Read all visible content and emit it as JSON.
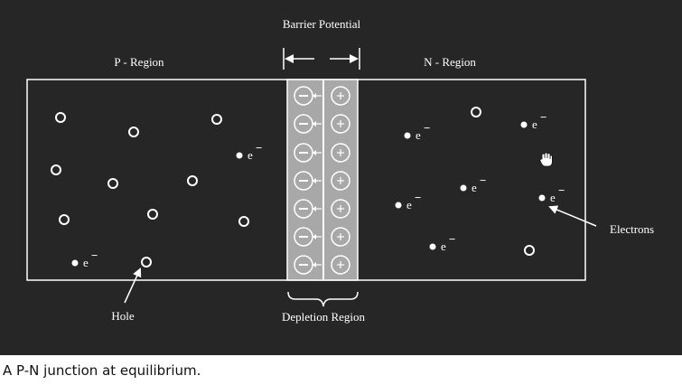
{
  "labels": {
    "barrier_potential": "Barrier Potential",
    "p_region": "P - Region",
    "n_region": "N  - Region",
    "electrons": "Electrons",
    "hole": "Hole",
    "depletion_region": "Depletion Region",
    "electron_symbol": "e",
    "electron_superscript": "−"
  },
  "caption": "A P-N junction at equilibrium.",
  "colors": {
    "background": "#262626",
    "foreground": "#ffffff",
    "depletion_fill": "#a8a8a8",
    "caption_text": "#111111"
  }
}
